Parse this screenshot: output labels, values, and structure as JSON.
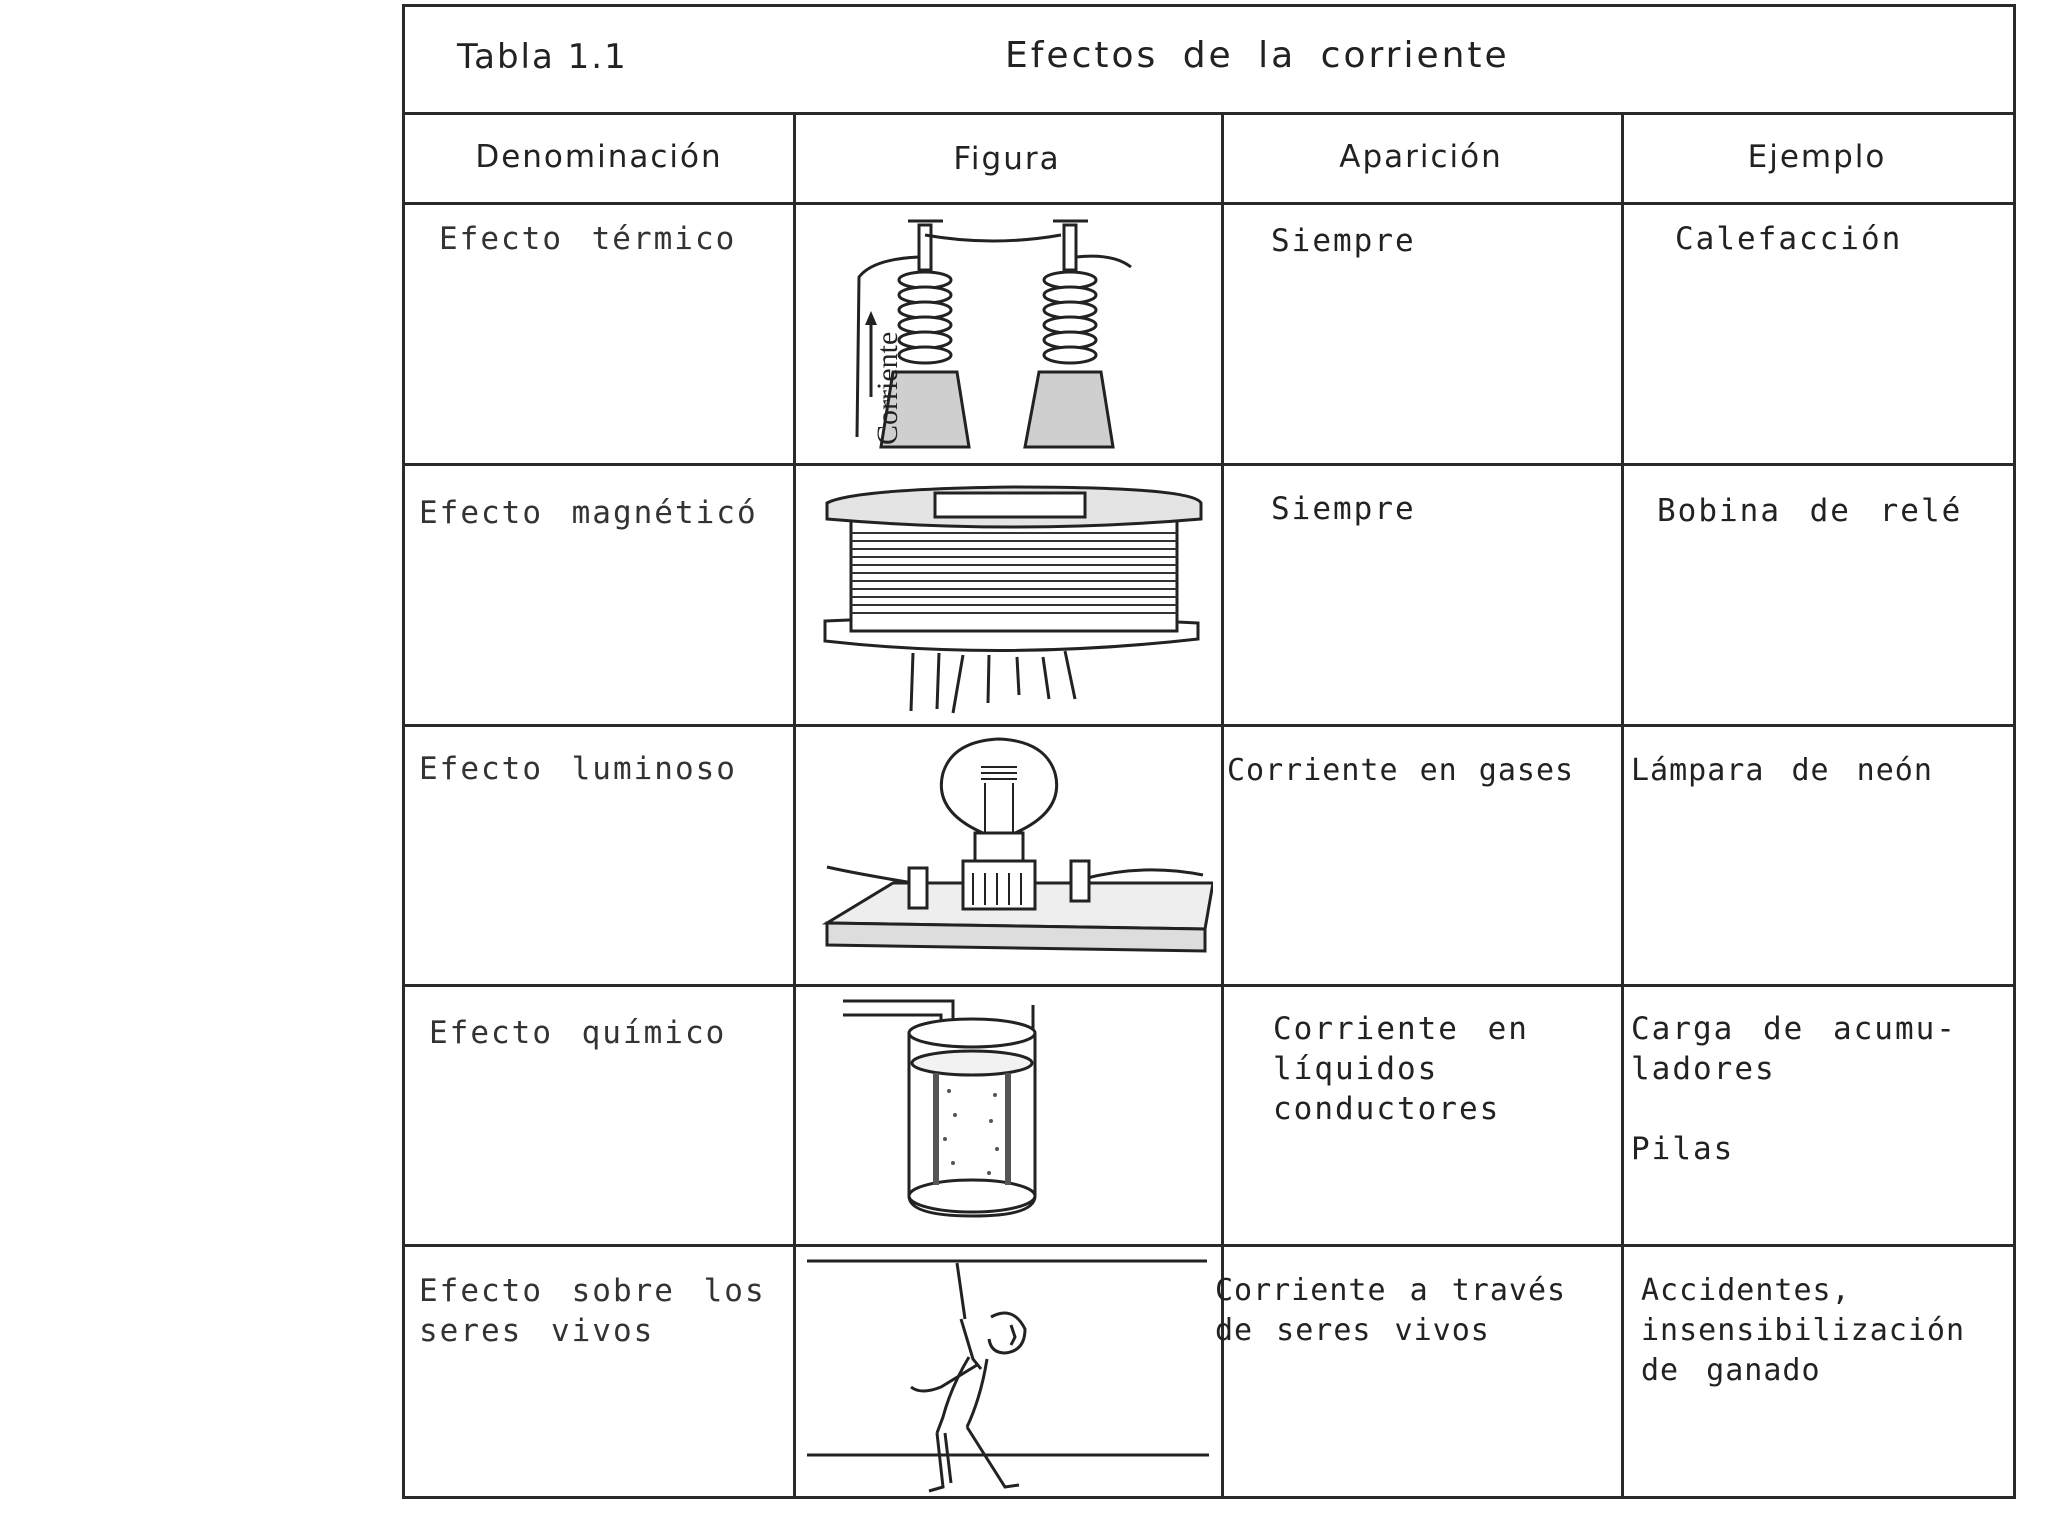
{
  "table": {
    "number": "Tabla 1.1",
    "title": "Efectos de la corriente",
    "headers": [
      "Denominación",
      "Figura",
      "Aparición",
      "Ejemplo"
    ],
    "rows": [
      {
        "name": "Efecto térmico",
        "figure": "heating-wire-insulators-icon",
        "figure_label": "Corriente",
        "appearance": "Siempre",
        "example": "Calefacción"
      },
      {
        "name": "Efecto magnéticó",
        "figure": "relay-coil-icon",
        "appearance": "Siempre",
        "example": "Bobina de relé"
      },
      {
        "name": "Efecto luminoso",
        "figure": "lamp-on-board-icon",
        "appearance": "Corriente en gases",
        "example": "Lámpara de neón"
      },
      {
        "name": "Efecto químico",
        "figure": "electrolytic-cell-icon",
        "appearance": "Corriente en\nlíquidos\nconductores",
        "example": "Carga de acumu-\nladores\n\nPilas"
      },
      {
        "name": "Efecto sobre los\nseres vivos",
        "figure": "electrocuted-person-icon",
        "appearance": "Corriente a través\nde seres vivos",
        "example": "Accidentes,\ninsensibilización\nde ganado"
      }
    ]
  }
}
